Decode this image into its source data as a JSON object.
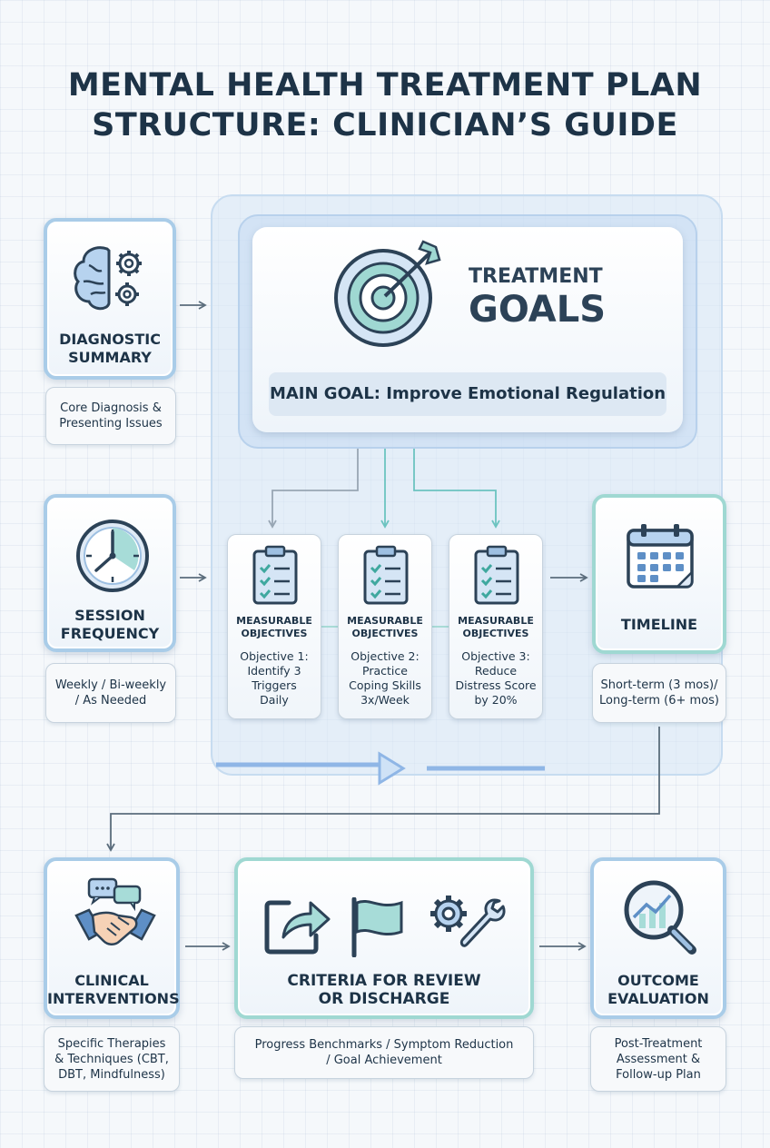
{
  "title": {
    "line1": "MENTAL HEALTH TREATMENT PLAN",
    "line2": "STRUCTURE: CLINICIAN’S GUIDE"
  },
  "diagnostic": {
    "label_line1": "DIAGNOSTIC",
    "label_line2": "SUMMARY",
    "desc_line1": "Core Diagnosis &",
    "desc_line2": "Presenting Issues",
    "icon": "brain-gears-icon"
  },
  "session": {
    "label_line1": "SESSION",
    "label_line2": "FREQUENCY",
    "desc_line1": "Weekly / Bi-weekly",
    "desc_line2": "/ As Needed",
    "icon": "clock-icon"
  },
  "goals": {
    "label_line1": "TREATMENT",
    "label_line2": "GOALS",
    "main_goal": "MAIN GOAL: Improve Emotional Regulation",
    "icon": "target-icon"
  },
  "objectives": [
    {
      "header_line1": "MEASURABLE",
      "header_line2": "OBJECTIVES",
      "lines": [
        "Objective 1:",
        "Identify 3",
        "Triggers",
        "Daily"
      ]
    },
    {
      "header_line1": "MEASURABLE",
      "header_line2": "OBJECTIVES",
      "lines": [
        "Objective 2:",
        "Practice",
        "Coping Skills",
        "3x/Week"
      ]
    },
    {
      "header_line1": "MEASURABLE",
      "header_line2": "OBJECTIVES",
      "lines": [
        "Objective 3:",
        "Reduce",
        "Distress Score",
        "by 20%"
      ]
    }
  ],
  "timeline": {
    "label": "TIMELINE",
    "desc_line1": "Short-term (3 mos)/",
    "desc_line2": "Long-term (6+ mos)",
    "icon": "calendar-icon"
  },
  "interventions": {
    "label_line1": "CLINICAL",
    "label_line2": "INTERVENTIONS",
    "desc_line1": "Specific Therapies",
    "desc_line2": "& Techniques (CBT,",
    "desc_line3": "DBT, Mindfulness)",
    "icon": "handshake-chat-icon"
  },
  "criteria": {
    "label_line1": "CRITERIA FOR REVIEW",
    "label_line2": "OR DISCHARGE",
    "desc_line1": "Progress Benchmarks / Symptom Reduction",
    "desc_line2": "/ Goal Achievement",
    "icons": [
      "export-arrow-icon",
      "flag-icon",
      "gear-wrench-icon"
    ]
  },
  "outcome": {
    "label_line1": "OUTCOME",
    "label_line2": "EVALUATION",
    "desc_line1": "Post-Treatment",
    "desc_line2": "Assessment &",
    "desc_line3": "Follow-up Plan",
    "icon": "magnifier-chart-icon"
  },
  "colors": {
    "blue_border": "#a9cce8",
    "teal_border": "#9fd8d2",
    "text_dark": "#1d3347",
    "accent_teal": "#6cc3c0",
    "arrow_grey": "#5b6d7c"
  }
}
